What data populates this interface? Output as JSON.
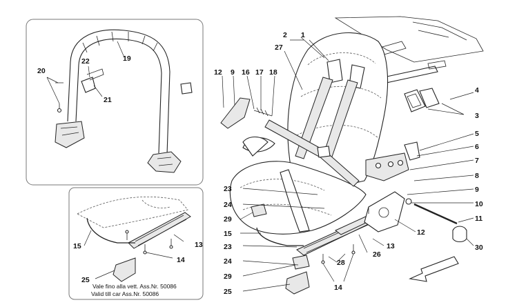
{
  "callouts": {
    "rollbar": {
      "n19": "19",
      "n20": "20",
      "n21": "21",
      "n22": "22"
    },
    "rail": {
      "n13": "13",
      "n14": "14",
      "n15": "15",
      "n25": "25"
    },
    "main": {
      "n1": "1",
      "n2": "2",
      "n27": "27",
      "n3": "3",
      "n4": "4",
      "n5": "5",
      "n6": "6",
      "n7": "7",
      "n8": "8",
      "n9_top": "9",
      "n9_right": "9",
      "n10": "10",
      "n11": "11",
      "n12_top": "12",
      "n12_right": "12",
      "n13": "13",
      "n14": "14",
      "n15": "15",
      "n16": "16",
      "n17": "17",
      "n18": "18",
      "n23_a": "23",
      "n23_b": "23",
      "n24_a": "24",
      "n24_b": "24",
      "n25": "25",
      "n26": "26",
      "n28": "28",
      "n29_a": "29",
      "n29_b": "29",
      "n30": "30"
    }
  },
  "notes": {
    "validity_it": "Vale fino alla vett. Ass.Nr. 50086",
    "validity_en": "Valid till car Ass.Nr. 50086"
  }
}
